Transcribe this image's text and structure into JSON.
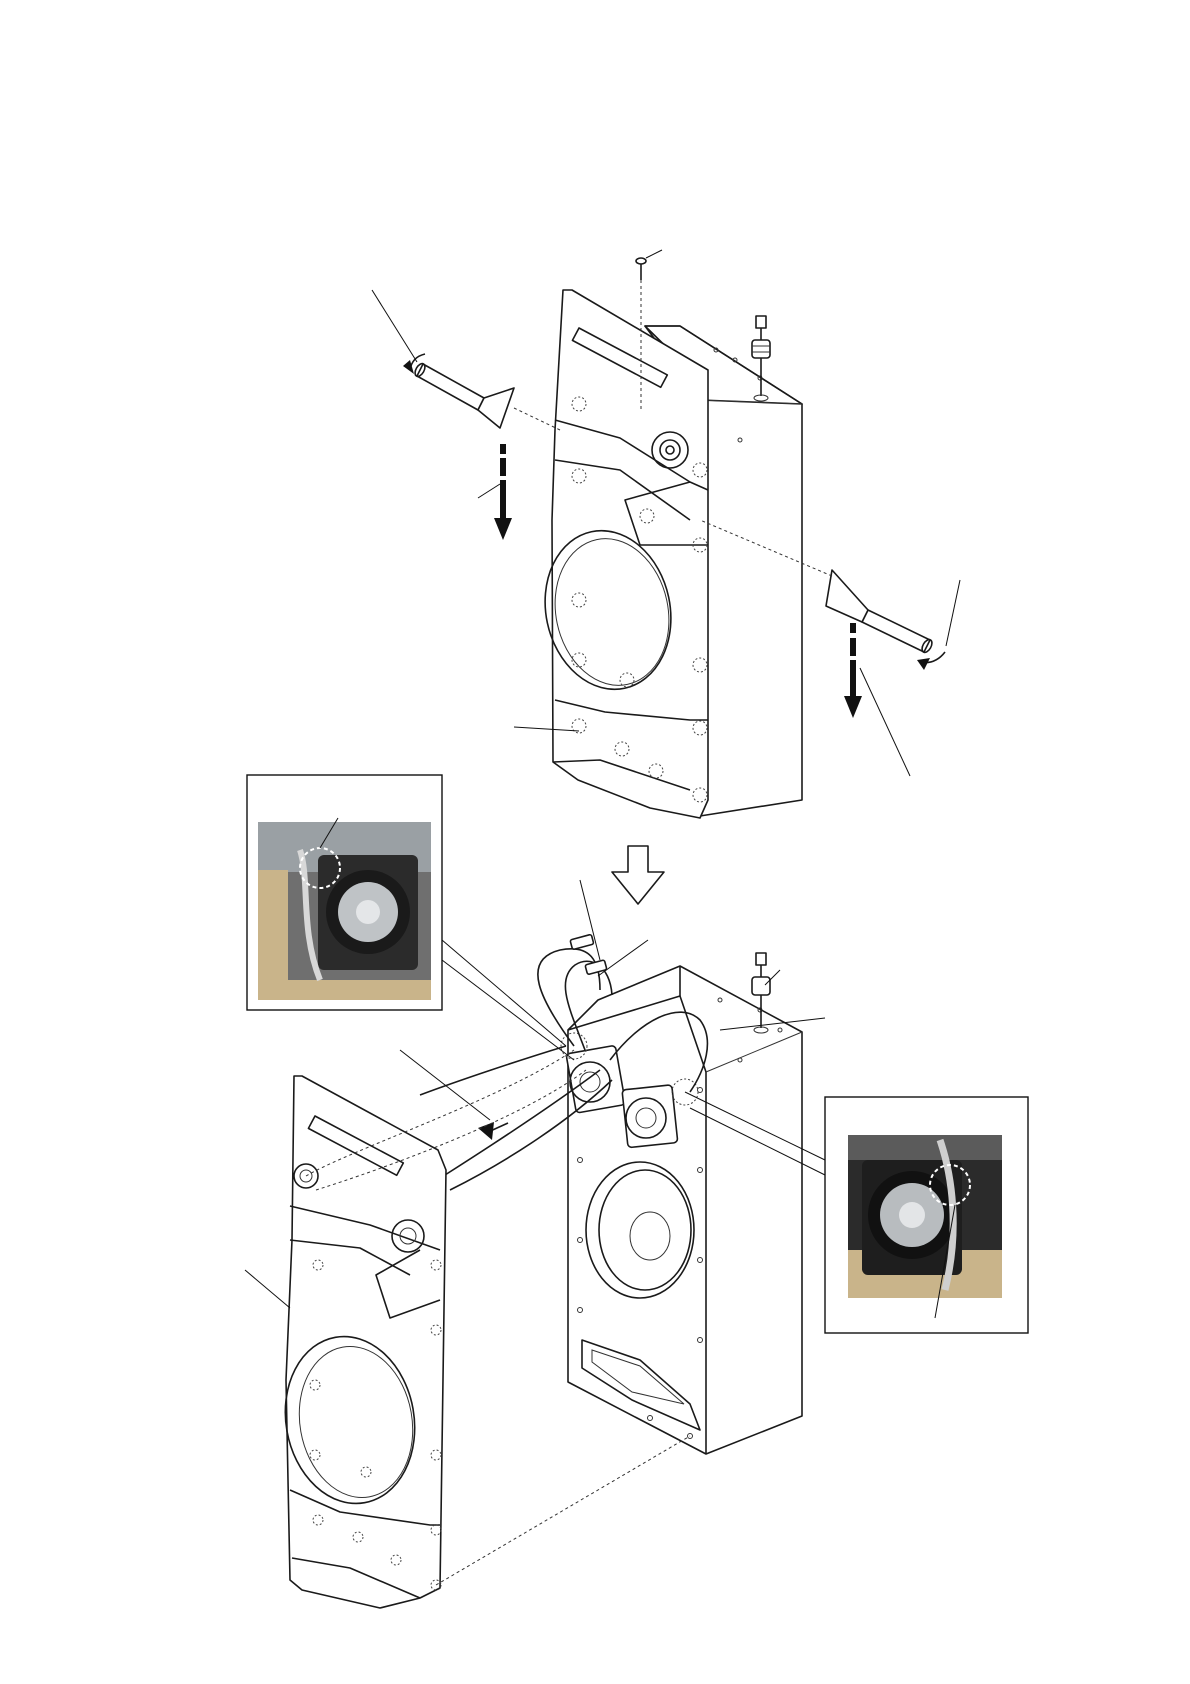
{
  "diagram": {
    "parts": [
      {
        "id": "speaker-box-upper",
        "icon": "speaker-cabinet-icon"
      },
      {
        "id": "front-grille-upper",
        "icon": "front-panel-icon"
      },
      {
        "id": "screw-top",
        "icon": "screw-icon"
      },
      {
        "id": "connector-top",
        "icon": "connector-icon"
      },
      {
        "id": "pry-tool-left",
        "icon": "flat-screwdriver-icon"
      },
      {
        "id": "pry-tool-right",
        "icon": "flat-screwdriver-icon"
      },
      {
        "id": "step-arrow",
        "icon": "down-arrow-icon"
      },
      {
        "id": "speaker-box-lower",
        "icon": "speaker-cabinet-icon"
      },
      {
        "id": "front-grille-lower",
        "icon": "front-panel-icon"
      },
      {
        "id": "photo-inset-left",
        "icon": "photo-icon"
      },
      {
        "id": "photo-inset-right",
        "icon": "photo-icon"
      }
    ],
    "colors": {
      "line": "#1a1a1a",
      "arrow": "#111111",
      "photo_dark": "#2b2b2b",
      "photo_wood": "#c9b48a"
    }
  }
}
